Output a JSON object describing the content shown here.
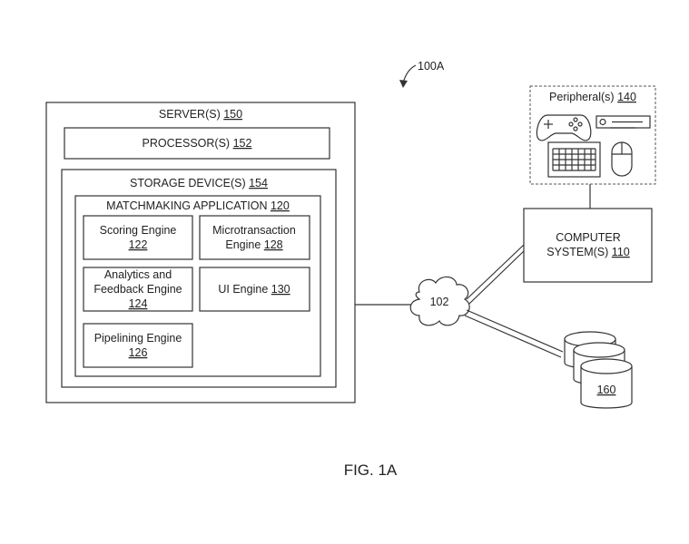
{
  "diagram_ref": "100A",
  "figure_caption": "FIG. 1A",
  "server": {
    "label": "SERVER(S)",
    "ref": "150"
  },
  "processor": {
    "label": "PROCESSOR(S)",
    "ref": "152"
  },
  "storage": {
    "label": "STORAGE DEVICE(S)",
    "ref": "154"
  },
  "matchmaking": {
    "label": "MATCHMAKING APPLICATION",
    "ref": "120"
  },
  "engines": {
    "scoring": {
      "line1": "Scoring Engine",
      "ref": "122"
    },
    "microtransaction": {
      "line1": "Microtransaction",
      "line2": "Engine",
      "ref": "128"
    },
    "analytics": {
      "line1": "Analytics and",
      "line2": "Feedback Engine",
      "ref": "124"
    },
    "ui": {
      "line1": "UI Engine",
      "ref": "130"
    },
    "pipelining": {
      "line1": "Pipelining Engine",
      "ref": "126"
    }
  },
  "network": {
    "ref": "102"
  },
  "computer": {
    "line1": "COMPUTER",
    "line2": "SYSTEM(S)",
    "ref": "110"
  },
  "peripherals": {
    "label": "Peripheral(s)",
    "ref": "140"
  },
  "database": {
    "ref": "160"
  }
}
